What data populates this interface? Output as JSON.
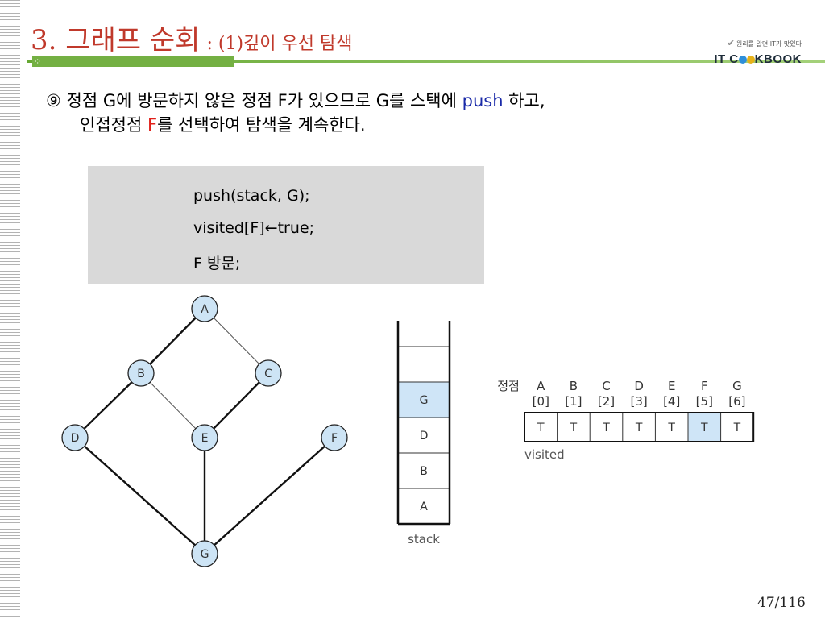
{
  "slide": {
    "title_main": "3. 그래프 순회",
    "title_sub": ": (1)깊이 우선 탐색",
    "page_number": "47/116"
  },
  "logo": {
    "tagline": "원리를 알면 IT가 맛있다",
    "text_before": "IT C",
    "text_after": "KBOOK"
  },
  "description": {
    "line1_prefix": "⑨ 정점 G에 방문하지 않은 정점 F가 있으므로 G를 스택에 ",
    "line1_highlight": "push",
    "line1_suffix": " 하고,",
    "line2_prefix": "인접정점 ",
    "line2_highlight": "F",
    "line2_suffix": "를 선택하여 탐색을 계속한다."
  },
  "code": {
    "lines": [
      "push(stack, G);",
      "visited[F]←true;",
      "F 방문;"
    ]
  },
  "graph": {
    "nodes": [
      "A",
      "B",
      "C",
      "D",
      "E",
      "F",
      "G"
    ],
    "edges": [
      {
        "from": "A",
        "to": "B",
        "emphasis": true
      },
      {
        "from": "A",
        "to": "C",
        "emphasis": false
      },
      {
        "from": "B",
        "to": "D",
        "emphasis": true
      },
      {
        "from": "B",
        "to": "E",
        "emphasis": false
      },
      {
        "from": "C",
        "to": "E",
        "emphasis": true
      },
      {
        "from": "D",
        "to": "G",
        "emphasis": true
      },
      {
        "from": "E",
        "to": "G",
        "emphasis": true
      },
      {
        "from": "F",
        "to": "G",
        "emphasis": true
      }
    ]
  },
  "stack": {
    "label": "stack",
    "items_top_to_bottom": [
      "",
      "",
      "G",
      "D",
      "B",
      "A"
    ],
    "highlighted": "G"
  },
  "visited_array": {
    "row_label": "정점",
    "vertices": [
      "A",
      "B",
      "C",
      "D",
      "E",
      "F",
      "G"
    ],
    "indices": [
      "[0]",
      "[1]",
      "[2]",
      "[3]",
      "[4]",
      "[5]",
      "[6]"
    ],
    "values": [
      "T",
      "T",
      "T",
      "T",
      "T",
      "T",
      "T"
    ],
    "highlight_index": 5,
    "label": "visited"
  },
  "colors": {
    "title": "#c0392b",
    "accent_green": "#74b043",
    "node_fill": "#cde4f5",
    "highlight_cell": "#cfe5f7",
    "push_blue": "#1a2aa8",
    "f_red": "#e0201a",
    "code_bg": "#d9d9d9"
  }
}
